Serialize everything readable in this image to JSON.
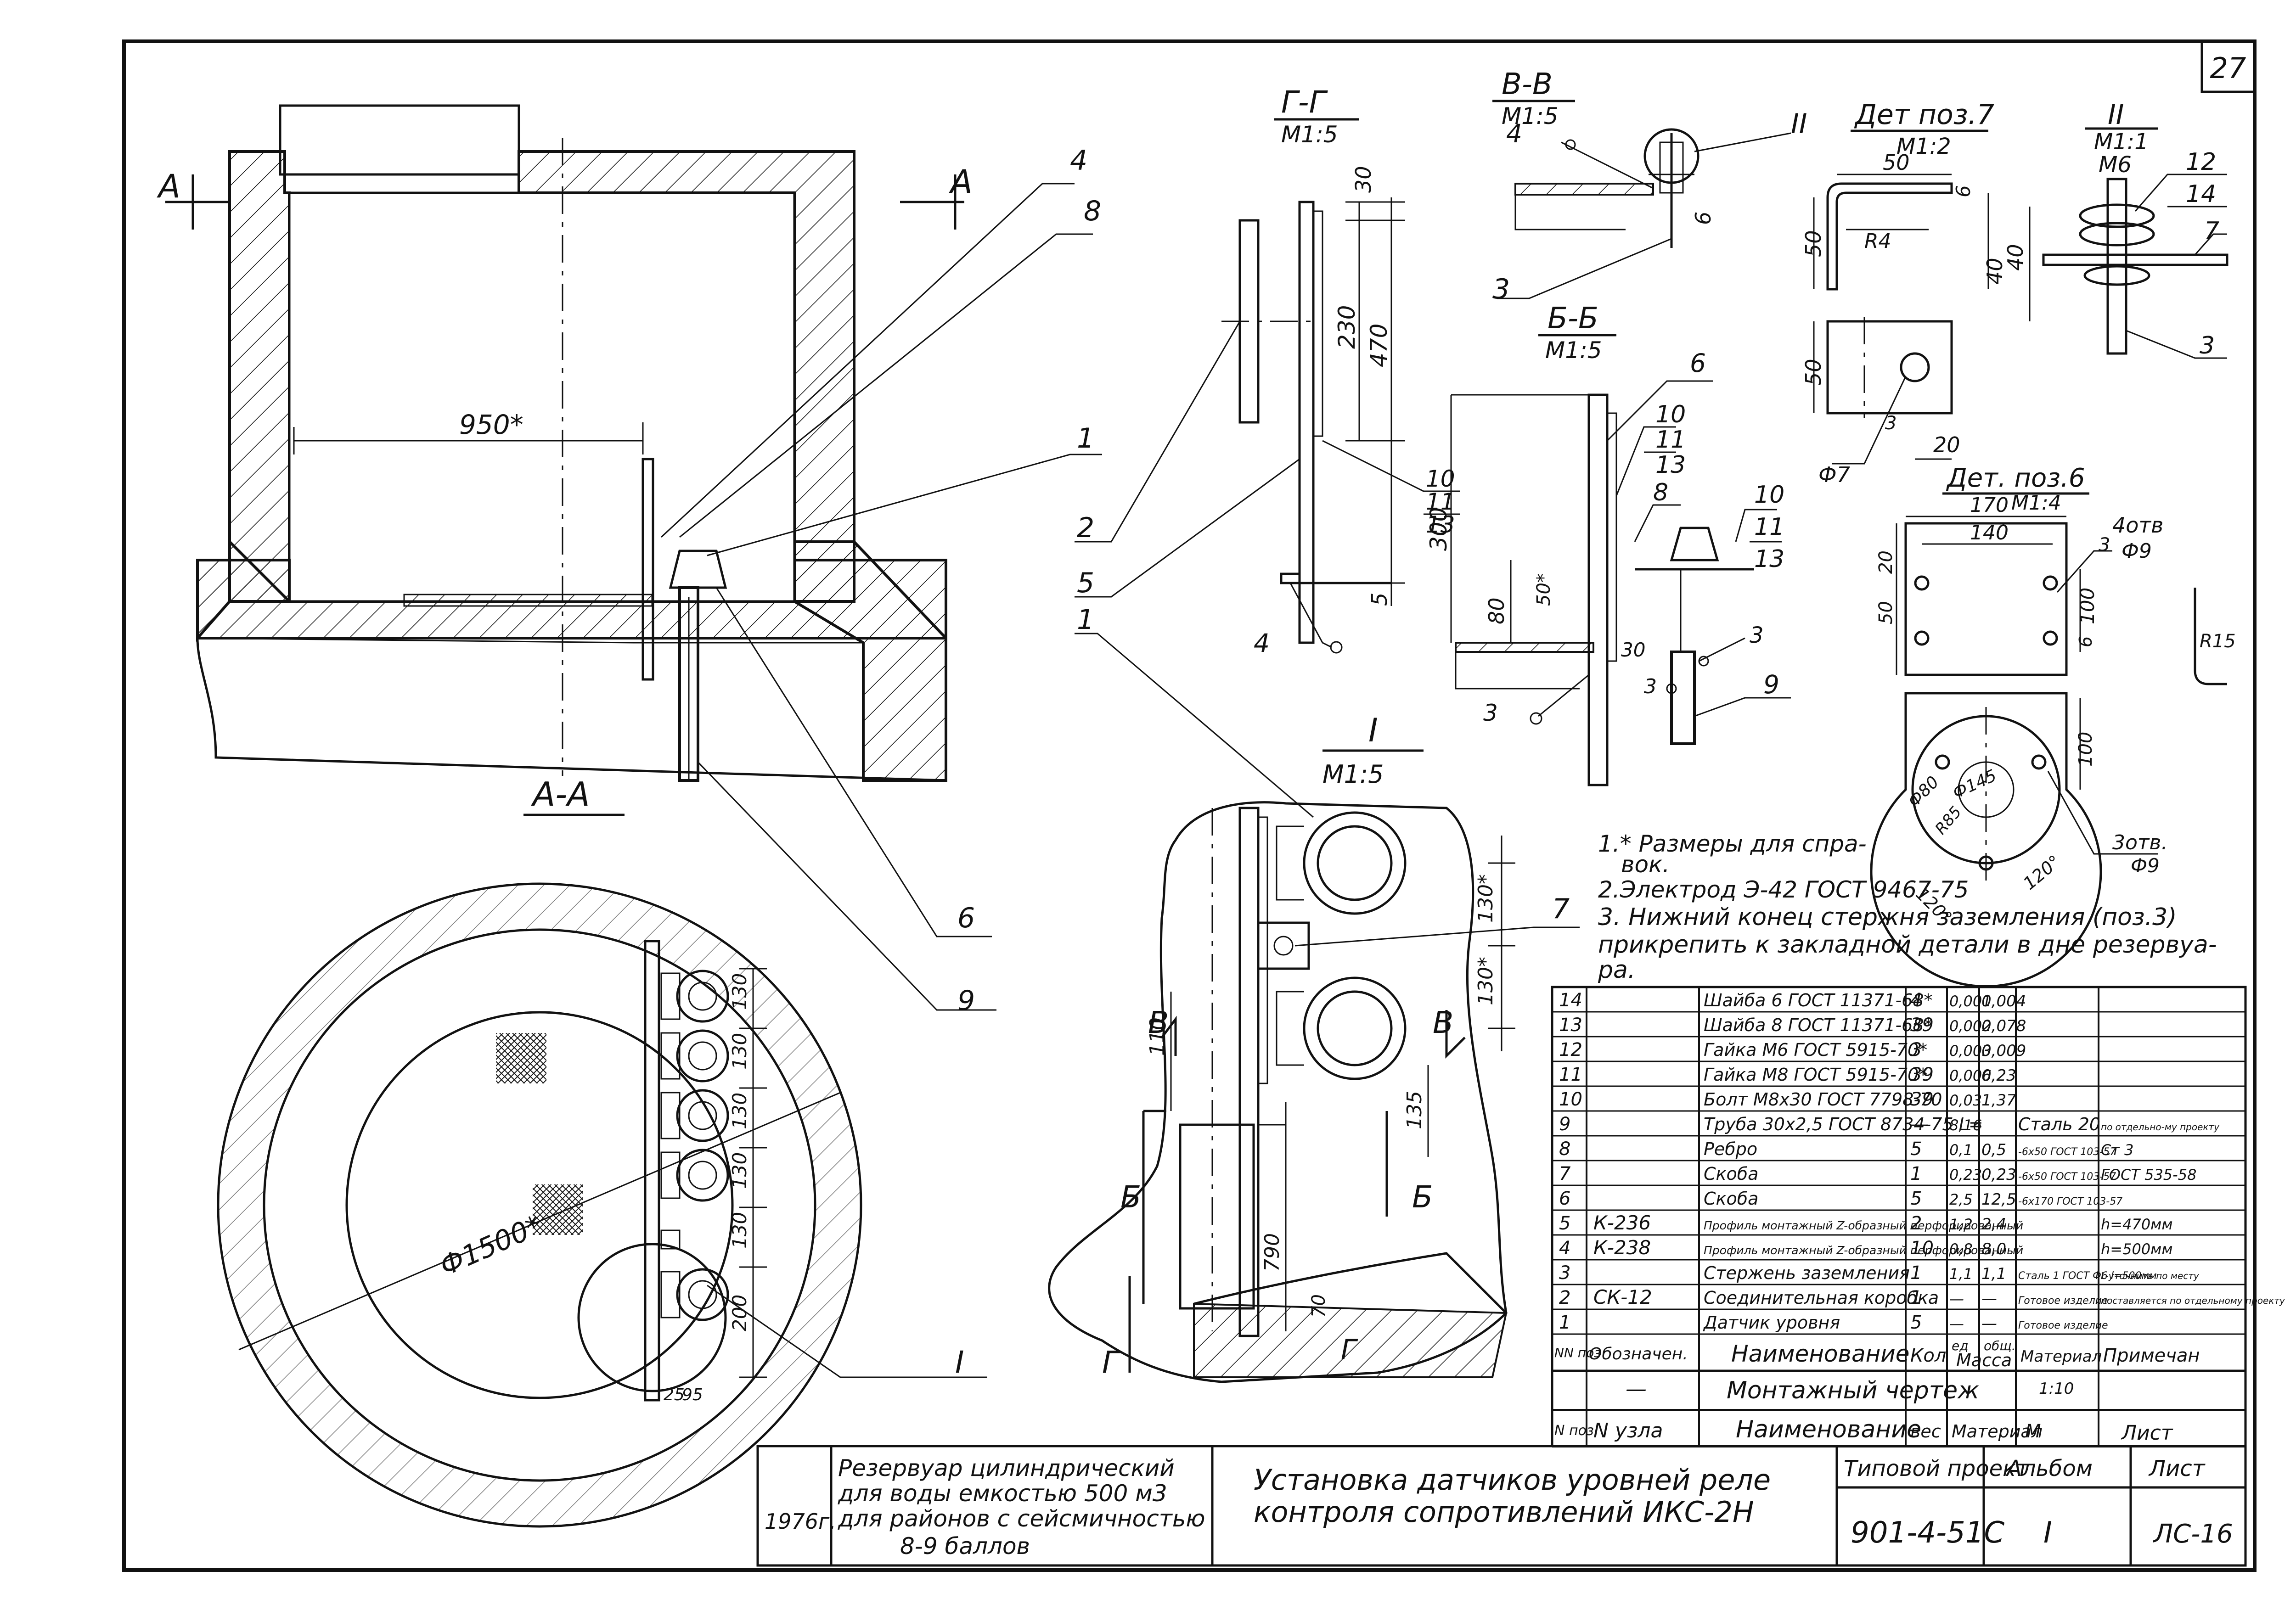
{
  "sheet_number": "27",
  "sections": {
    "a_a_top": "А",
    "a_a_plan": "А-А",
    "g_g": "Г-Г",
    "g_g_scale": "М1:5",
    "v_v": "В-В",
    "v_v_scale": "М1:5",
    "b_b": "Б-Б",
    "b_b_scale": "М1:5",
    "node_ii": "II",
    "node_ii_scale": "М1:1",
    "det7": "Дет поз.7",
    "det7_scale": "М1:2",
    "det6": "Дет. поз.6",
    "det6_scale": "М1:4",
    "node_i": "I",
    "node_i_scale": "М1:5",
    "cut_b": "Б",
    "cut_v": "В",
    "cut_g": "Г"
  },
  "dimensions": {
    "d950": "950*",
    "d1500": "Ф1500*",
    "d230": "230",
    "d470": "470",
    "d30": "30",
    "d5": "5",
    "d300": "300",
    "d80": "80",
    "d50s": "50*",
    "d30b": "30",
    "d6": "6",
    "d50a": "50",
    "d50b": "50",
    "d50c": "50",
    "r4": "R4",
    "d40": "40",
    "d20": "20",
    "phi7": "Ф7",
    "m6": "М6",
    "d170": "170",
    "d140": "140",
    "d20b": "20",
    "d50d": "50",
    "d100a": "100",
    "d100b": "100",
    "d6b": "6",
    "r15": "R15",
    "holes4": "4отв",
    "phi9a": "Ф9",
    "holes3": "3отв.",
    "phi9b": "Ф9",
    "phi145": "Ф145",
    "phi80": "Ф80",
    "r85": "R85",
    "a120a": "120°",
    "a120b": "120°",
    "d130a": "130*",
    "d130b": "130*",
    "d110": "110",
    "d135": "135",
    "d790": "790",
    "d70": "70",
    "plan_dims": [
      "130",
      "130",
      "130",
      "130",
      "130",
      "200"
    ],
    "d25": "25",
    "d95": "95",
    "weld3a": "3",
    "weld3b": "3"
  },
  "callouts": [
    "4",
    "8",
    "1",
    "6",
    "9",
    "2",
    "5",
    "1",
    "10",
    "11",
    "13",
    "3",
    "4",
    "II",
    "3",
    "6",
    "10",
    "11",
    "13",
    "8",
    "10",
    "11",
    "13",
    "9",
    "3",
    "4",
    "12",
    "14",
    "7",
    "3",
    "7",
    "I",
    "3",
    "3"
  ],
  "notes": [
    "1.* Размеры для спра-",
    "вок.",
    "2.Электрод Э-42 ГОСТ 9467-75",
    "3. Нижний конец стержня заземления (поз.3)",
    "прикрепить к закладной детали в дне резервуа-",
    "ра."
  ],
  "spec": {
    "rows": [
      {
        "pos": "14",
        "mark": "",
        "name": "Шайба 6 ГОСТ 11371-68*",
        "qty": "4",
        "m1": "0,001",
        "m2": "0,004",
        "mat": "",
        "note": ""
      },
      {
        "pos": "13",
        "mark": "",
        "name": "Шайба 8 ГОСТ 11371-68*",
        "qty": "39",
        "m1": "0,002",
        "m2": "0,078",
        "mat": "",
        "note": ""
      },
      {
        "pos": "12",
        "mark": "",
        "name": "Гайка М6 ГОСТ 5915-70*",
        "qty": "3",
        "m1": "0,003",
        "m2": "0,009",
        "mat": "",
        "note": ""
      },
      {
        "pos": "11",
        "mark": "",
        "name": "Гайка М8 ГОСТ 5915-70*",
        "qty": "39",
        "m1": "0,006",
        "m2": "0,23",
        "mat": "",
        "note": ""
      },
      {
        "pos": "10",
        "mark": "",
        "name": "Болт М8х30 ГОСТ 7798-70",
        "qty": "39",
        "m1": "0,03",
        "m2": "1,37",
        "mat": "",
        "note": ""
      },
      {
        "pos": "9",
        "mark": "",
        "name": "Труба 30х2,5 ГОСТ 8734-75 L=",
        "qty": "—",
        "m1": "8,16",
        "m2": "",
        "mat": "Сталь 20",
        "note": "по отдельно-му проекту"
      },
      {
        "pos": "8",
        "mark": "",
        "name": "Ребро",
        "qty": "5",
        "m1": "0,1",
        "m2": "0,5",
        "mat": "-6х50 ГОСТ 103-57",
        "note": "Ст 3"
      },
      {
        "pos": "7",
        "mark": "",
        "name": "Скоба",
        "qty": "1",
        "m1": "0,23",
        "m2": "0,23",
        "mat": "-6х50 ГОСТ 103-57",
        "note": "ГОСТ 535-58"
      },
      {
        "pos": "6",
        "mark": "",
        "name": "Скоба",
        "qty": "5",
        "m1": "2,5",
        "m2": "12,5",
        "mat": "-6х170 ГОСТ 103-57",
        "note": ""
      },
      {
        "pos": "5",
        "mark": "К-236",
        "name": "Профиль монтажный Z-образный перфорированный",
        "qty": "2",
        "m1": "1,2",
        "m2": "2,4",
        "mat": "",
        "note": "h=470мм"
      },
      {
        "pos": "4",
        "mark": "К-238",
        "name": "Профиль монтажный Z-образный перфорированный",
        "qty": "10",
        "m1": "0,8",
        "m2": "8,0",
        "mat": "",
        "note": "h=500мм"
      },
      {
        "pos": "3",
        "mark": "",
        "name": "Стержень заземления",
        "qty": "1",
        "m1": "1,1",
        "m2": "1,1",
        "mat": "Сталь 1 ГОСТ Ф6 l=500мм",
        "note": "L-уточнить по месту"
      },
      {
        "pos": "2",
        "mark": "СК-12",
        "name": "Соединительная коробка",
        "qty": "1",
        "m1": "—",
        "m2": "—",
        "mat": "Готовое изделие",
        "note": "поставляется по отдельному проекту"
      },
      {
        "pos": "1",
        "mark": "",
        "name": "Датчик уровня",
        "qty": "5",
        "m1": "—",
        "m2": "—",
        "mat": "Готовое изделие",
        "note": ""
      }
    ],
    "header": {
      "pos": "NN поз",
      "mark": "Обозначен.",
      "name": "Наименование",
      "qty": "Кол",
      "mass_unit": "ед",
      "mass_total": "общ.",
      "mass": "Масса",
      "mat": "Материал",
      "note": "Примечан"
    },
    "node_row": {
      "mark": "—",
      "name": "Монтажный чертеж",
      "m": "1:10"
    },
    "node_header": {
      "pos": "N поз",
      "mark": "N узла",
      "name": "Наименование",
      "w": "вес",
      "mat": "Материал",
      "m": "М",
      "sheet": "Лист"
    }
  },
  "title_block": {
    "year": "1976г.",
    "project_title": "Резервуар цилиндрический для воды емкостью 500 м3 для районов с сейсмичностью 8-9 баллов",
    "project_lines": [
      "Резервуар цилиндрический",
      "для воды емкостью 500 м3",
      "для районов с сейсмичностью",
      "8-9 баллов"
    ],
    "drawing_lines": [
      "Установка датчиков уровней реле",
      "контроля сопротивлений ИКС-2Н"
    ],
    "typ_label": "Типовой проект",
    "typ_value": "901-4-51С",
    "album_label": "Альбом",
    "album_value": "I",
    "sheet_label": "Лист",
    "sheet_value": "ЛС-16"
  }
}
